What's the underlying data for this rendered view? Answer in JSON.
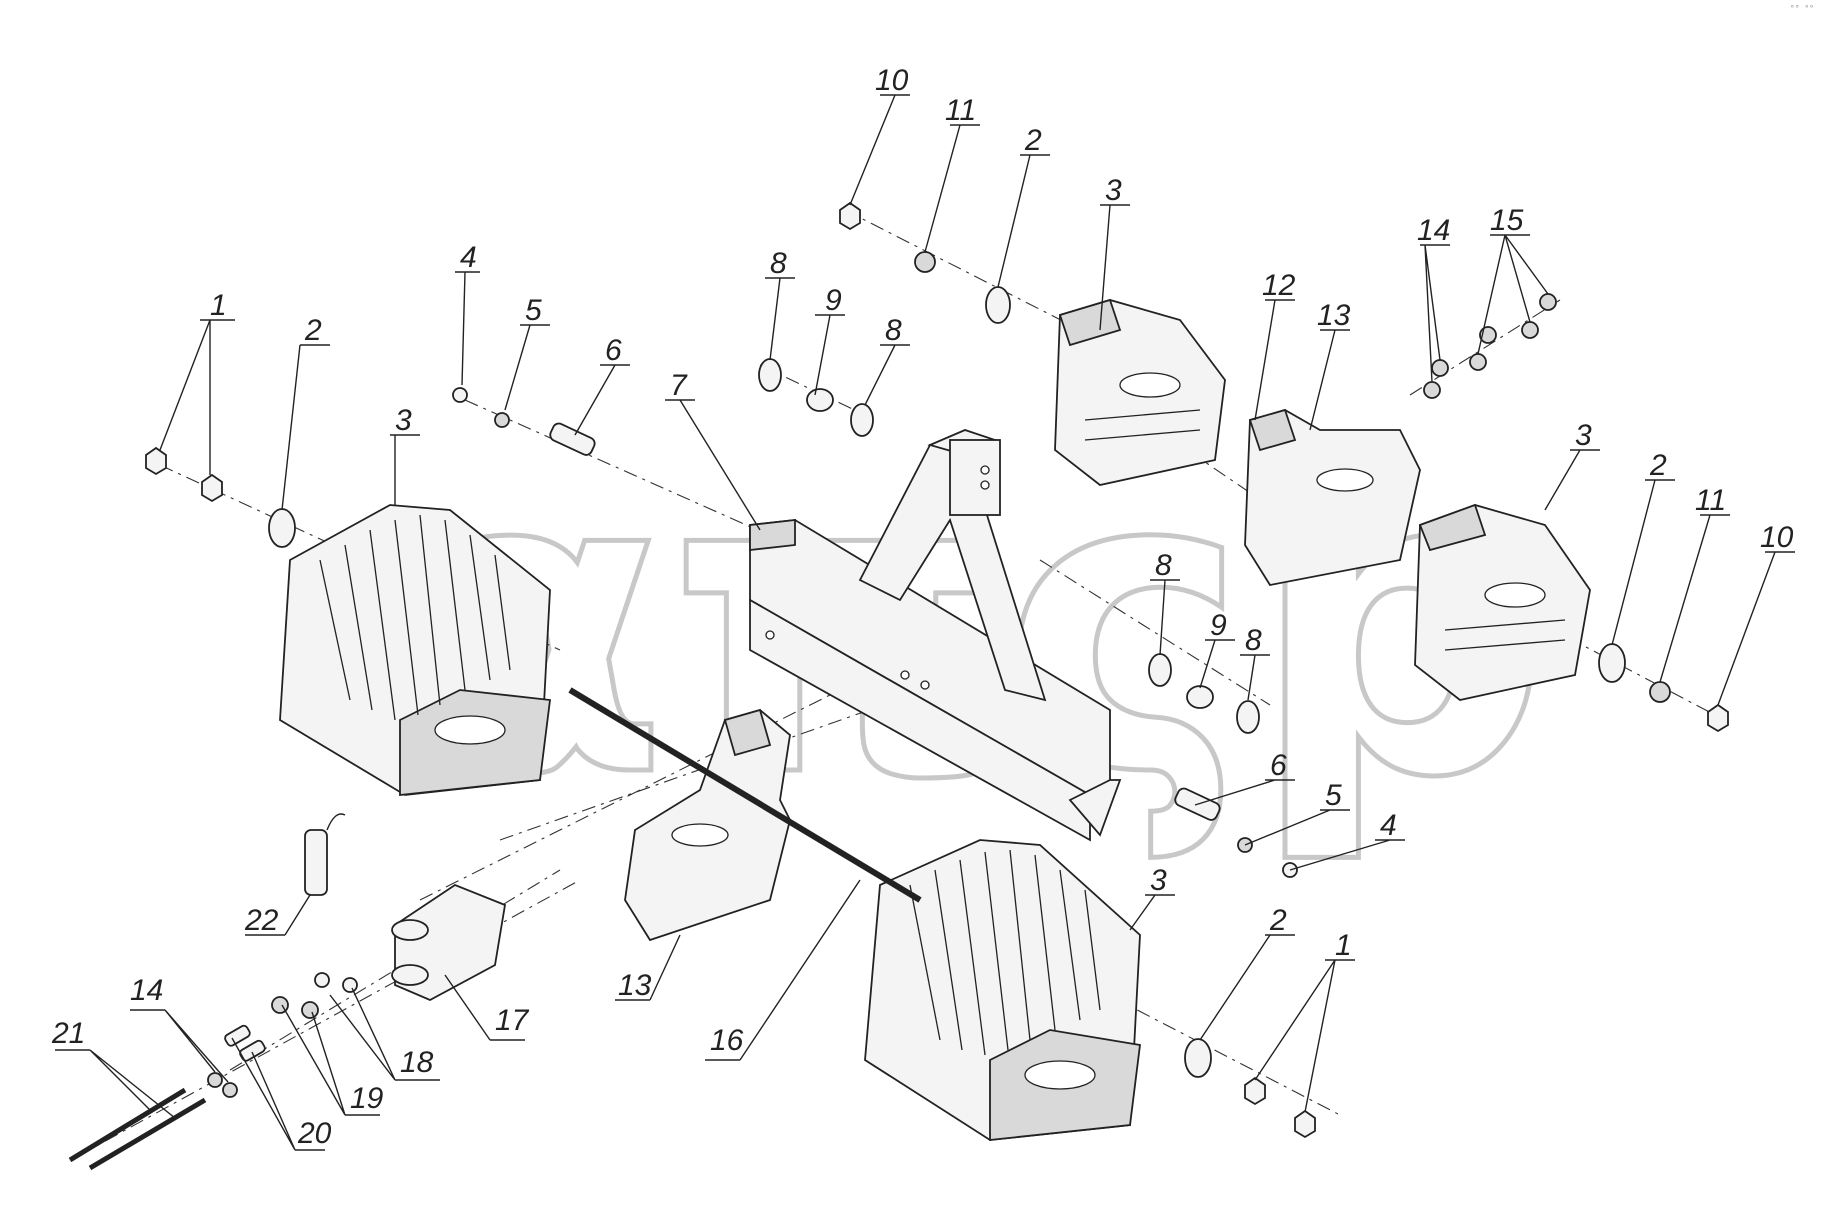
{
  "watermark": "απςp",
  "corner_mark": "°° °°",
  "callouts": [
    {
      "id": "c1a",
      "label": "1"
    },
    {
      "id": "c1b",
      "label": "1"
    },
    {
      "id": "c2a",
      "label": "2"
    },
    {
      "id": "c2b",
      "label": "2"
    },
    {
      "id": "c2c",
      "label": "2"
    },
    {
      "id": "c2d",
      "label": "2"
    },
    {
      "id": "c3a",
      "label": "3"
    },
    {
      "id": "c3b",
      "label": "3"
    },
    {
      "id": "c3c",
      "label": "3"
    },
    {
      "id": "c3d",
      "label": "3"
    },
    {
      "id": "c4a",
      "label": "4"
    },
    {
      "id": "c4b",
      "label": "4"
    },
    {
      "id": "c5a",
      "label": "5"
    },
    {
      "id": "c5b",
      "label": "5"
    },
    {
      "id": "c6a",
      "label": "6"
    },
    {
      "id": "c6b",
      "label": "6"
    },
    {
      "id": "c7",
      "label": "7"
    },
    {
      "id": "c8a",
      "label": "8"
    },
    {
      "id": "c8b",
      "label": "8"
    },
    {
      "id": "c8c",
      "label": "8"
    },
    {
      "id": "c8d",
      "label": "8"
    },
    {
      "id": "c9a",
      "label": "9"
    },
    {
      "id": "c9b",
      "label": "9"
    },
    {
      "id": "c10a",
      "label": "10"
    },
    {
      "id": "c10b",
      "label": "10"
    },
    {
      "id": "c11a",
      "label": "11"
    },
    {
      "id": "c11b",
      "label": "11"
    },
    {
      "id": "c12",
      "label": "12"
    },
    {
      "id": "c13a",
      "label": "13"
    },
    {
      "id": "c13b",
      "label": "13"
    },
    {
      "id": "c14a",
      "label": "14"
    },
    {
      "id": "c14b",
      "label": "14"
    },
    {
      "id": "c15",
      "label": "15"
    },
    {
      "id": "c16",
      "label": "16"
    },
    {
      "id": "c17",
      "label": "17"
    },
    {
      "id": "c18",
      "label": "18"
    },
    {
      "id": "c19",
      "label": "19"
    },
    {
      "id": "c20",
      "label": "20"
    },
    {
      "id": "c21",
      "label": "21"
    },
    {
      "id": "c22",
      "label": "22"
    }
  ]
}
